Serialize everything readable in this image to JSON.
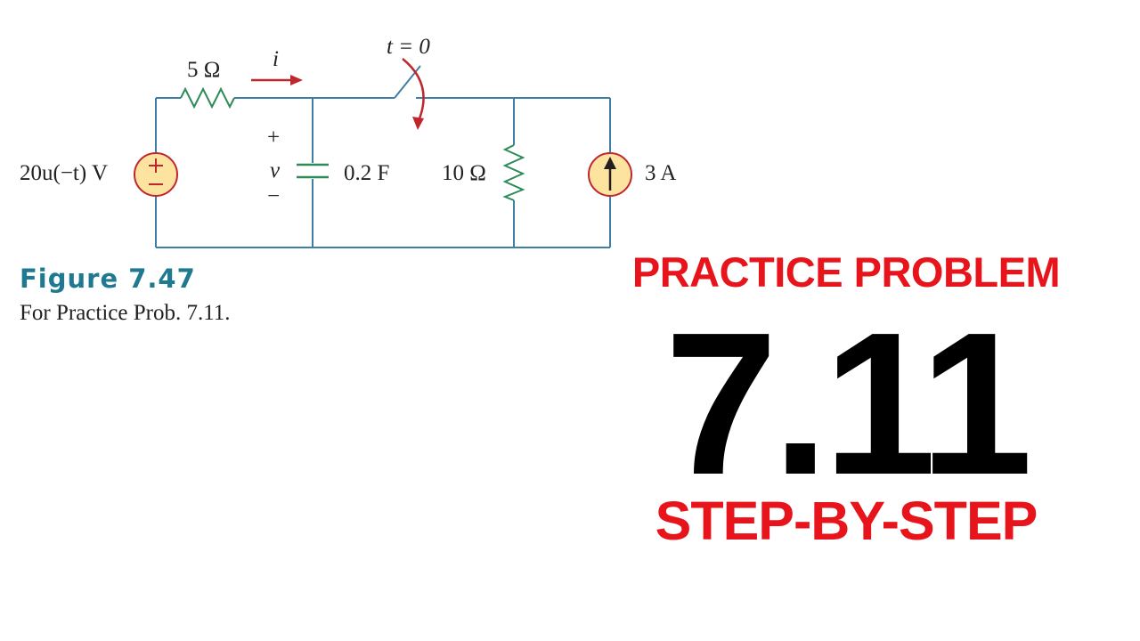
{
  "figure": {
    "title": "Figure 7.47",
    "caption": "For Practice Prob. 7.11."
  },
  "circuit": {
    "source_voltage": "20u(−t) V",
    "resistor_series": "5 Ω",
    "current_label": "i",
    "switch_time_label": "t = 0",
    "voltage_label": "v",
    "plus_sign": "+",
    "minus_sign": "−",
    "capacitor": "0.2 F",
    "resistor_shunt": "10 Ω",
    "current_source": "3 A",
    "colors": {
      "wire": "#3f7fa6",
      "component": "#2e8b57",
      "arrow": "#c0272d",
      "source_fill": "#fce3a0",
      "source_stroke": "#c0272d"
    }
  },
  "overlay": {
    "heading": "PRACTICE PROBLEM",
    "number": "7.11",
    "subheading": "STEP-BY-STEP",
    "heading_color": "#e8141b",
    "number_color": "#000000"
  }
}
